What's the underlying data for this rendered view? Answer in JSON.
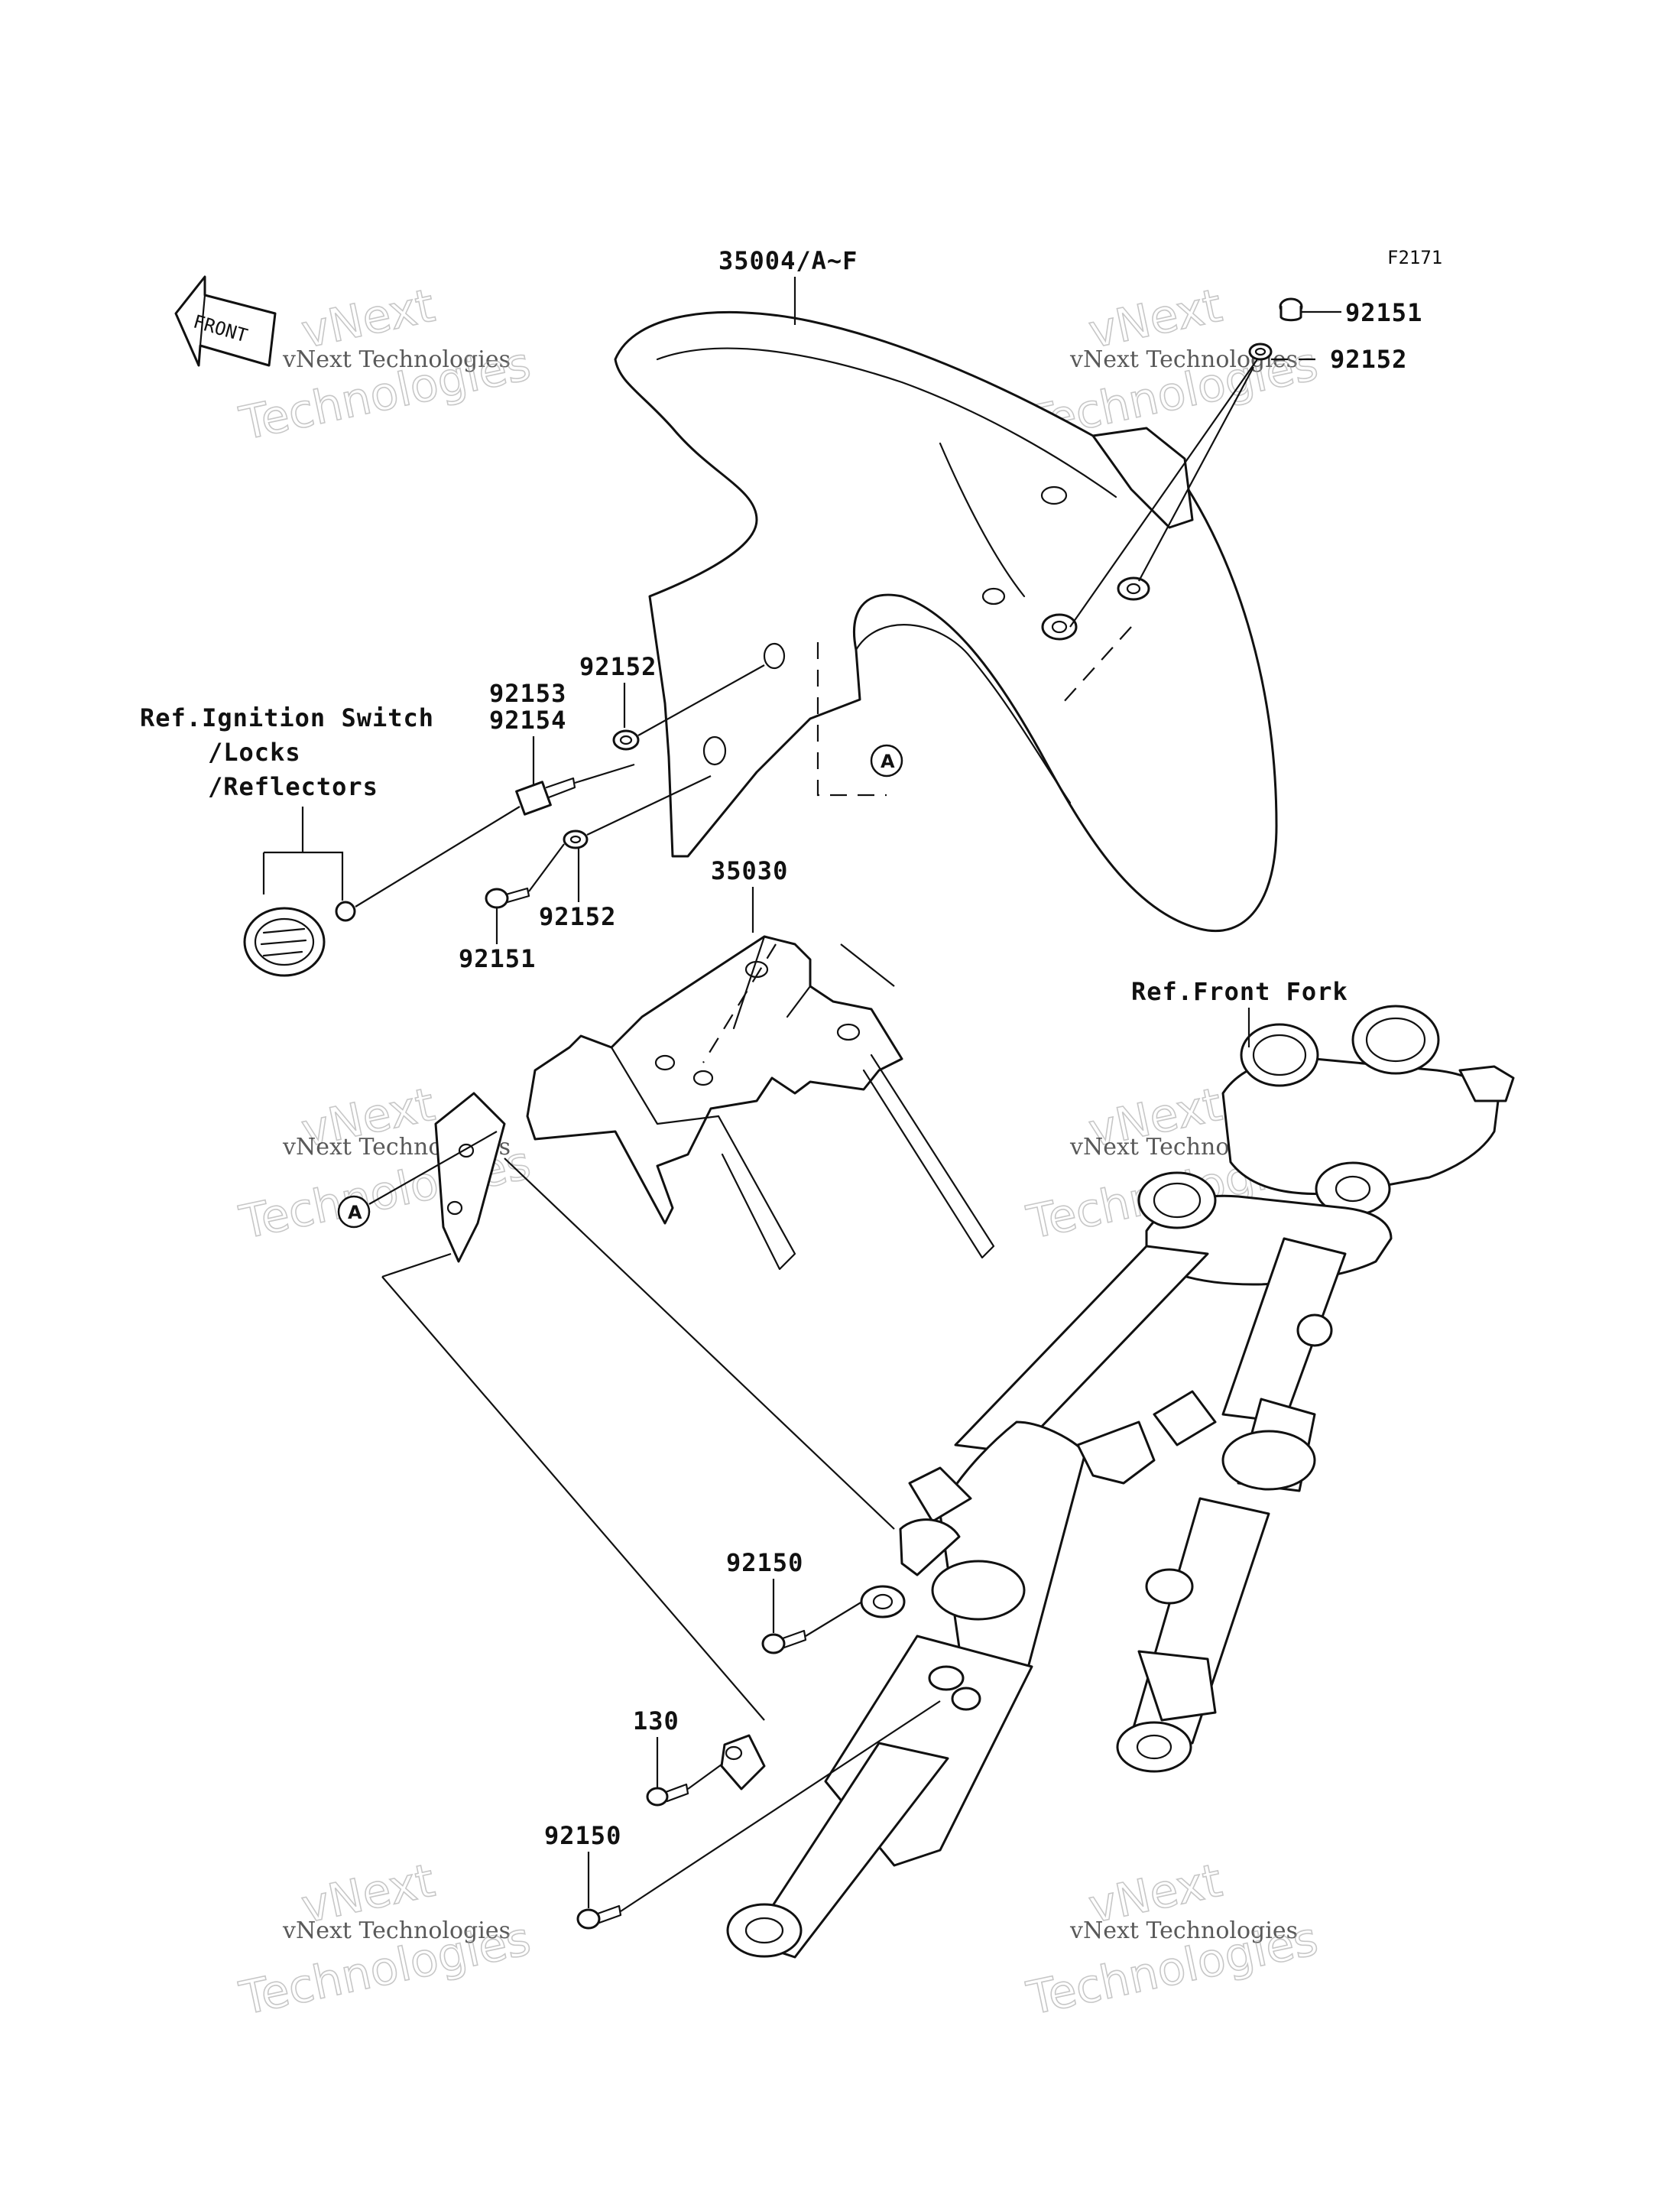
{
  "figure_code": "F2171",
  "front_arrow": {
    "label": "FRONT"
  },
  "callouts": {
    "fender": "35004/A~F",
    "inner_fender": "35030",
    "bolt_top": "92151",
    "washer_top": "92152",
    "washer_mid_upper": "92152",
    "collar_a": "92153",
    "collar_b": "92154",
    "washer_mid_lower": "92152",
    "bolt_mid": "92151",
    "bolt_fork_upper": "92150",
    "bolt_130": "130",
    "bolt_fork_lower": "92150"
  },
  "references": {
    "ignition_line1": "Ref.Ignition Switch",
    "ignition_line2": "/Locks",
    "ignition_line3": "/Reflectors",
    "front_fork": "Ref.Front Fork"
  },
  "connectors": {
    "a_upper": "A",
    "a_lower": "A"
  },
  "watermark": {
    "line1": "vNext",
    "line2": "vNext Technologies",
    "line3": "Technologies"
  }
}
